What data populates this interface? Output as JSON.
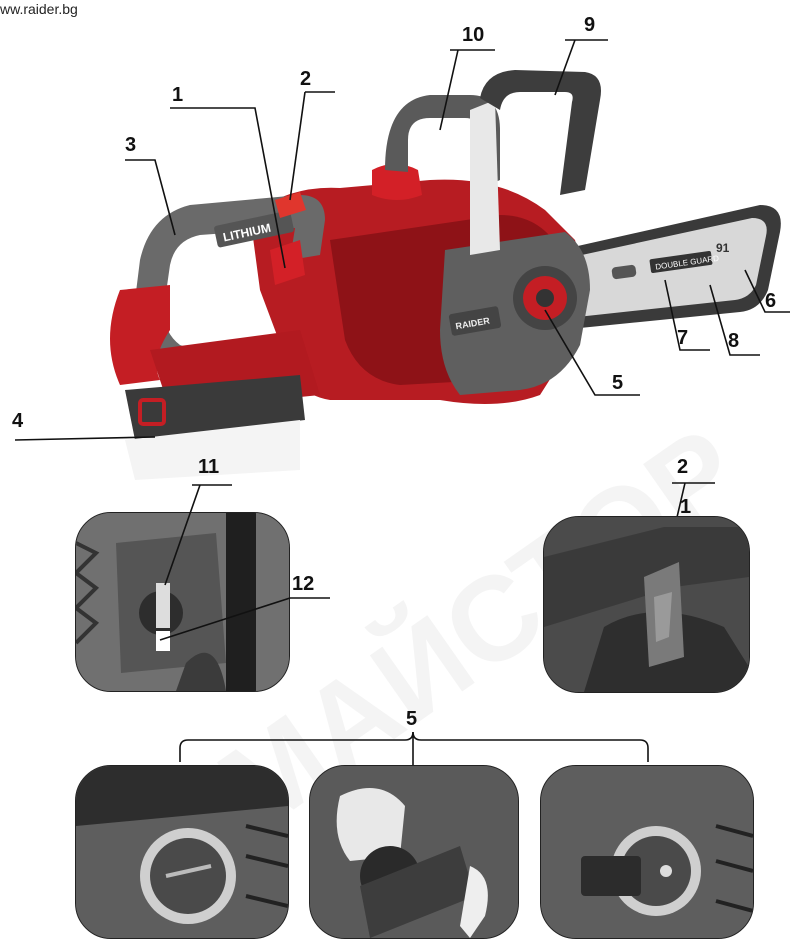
{
  "header": {
    "url": "ww.raider.bg"
  },
  "product": {
    "handle_label": "LITHIUM",
    "logo_label": "RAIDER",
    "bar_label": "DOUBLE GUARD",
    "bar_number": "91"
  },
  "watermark": "МАЙСТОР",
  "callouts": {
    "c1": "1",
    "c2": "2",
    "c3": "3",
    "c4": "4",
    "c5": "5",
    "c6": "6",
    "c7": "7",
    "c8": "8",
    "c9": "9",
    "c10": "10",
    "c11": "11",
    "c12": "12",
    "inset_right_2": "2",
    "inset_right_1": "1",
    "group_5": "5"
  },
  "colors": {
    "red": "#c41e24",
    "dark_red": "#7d0d12",
    "grey": "#6b6b6b",
    "dark": "#2b2b2b",
    "chain": "#3a3a3a"
  }
}
